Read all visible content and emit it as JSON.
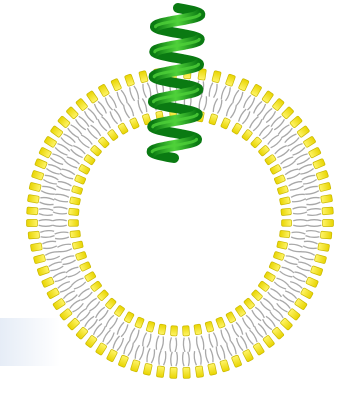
{
  "figure": {
    "subject": "liposome-with-helical-peptide",
    "bilayer": {
      "headgroup_color": "#f0e21a",
      "headgroup_edge_color": "#c9b800",
      "tail_color": "#a8a8a8",
      "tail_count_outer": 74,
      "tail_count_inner": 58
    },
    "helix": {
      "color_light": "#4fd13a",
      "color_dark": "#0a7a12",
      "turns": 6
    },
    "background_tint": "#e1e9f5"
  }
}
